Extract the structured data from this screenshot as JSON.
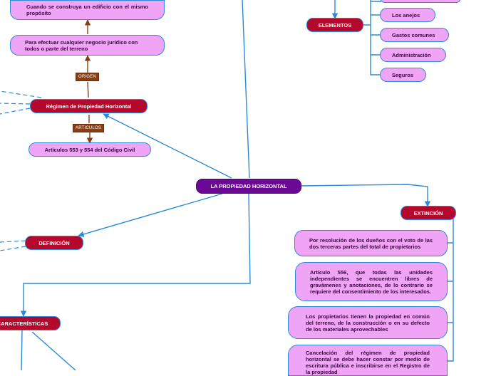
{
  "root": {
    "label": "LA PROPIEDAD HORIZONTAL"
  },
  "regimen": {
    "label": "Régimen de Propiedad Horizontal",
    "origin_tag": "ORIGEN",
    "articles_tag": "ARTICULOS",
    "origin_items": [
      "Cuando  se  construya  un  edificio  con  el mismo propósito",
      "Para efectuar  cualquier negocio jurídico con todos o parte del terreno"
    ],
    "articles_item": "Artículos 553 y 554 del Código Civil"
  },
  "elementos": {
    "label": "ELEMENTOS",
    "items": [
      "Los  anejos",
      "Gastos comunes",
      "Administración",
      "Seguros"
    ]
  },
  "definicion": {
    "label": "DEFINICIÓN"
  },
  "caracteristicas": {
    "label": "CARACTERÍSTICAS"
  },
  "extincion": {
    "label": "EXTINCIÓN",
    "items": [
      "Por resolución de los dueños con el voto de las dos terceras partes del  total   de propietarios",
      "Artículo 556, que todas las unidades independientes se encuentren libres de gravámenes y anotaciones,  de  lo  contrario  se  requiere  del  consentimiento  de  los interesados.",
      "Los  propietarios   tienen la propiedad en común del terreno, de   la   construcción   o   en   su   defecto   de   los   materiales aprovechables",
      "Cancelación  del  régimen  de  propiedad horizontal  se  debe hacer  constar  por  medio  de  escritura  pública  e  inscribirse  en  el  Registro  de  la  propiedad"
    ]
  },
  "colors": {
    "link": "#2c8ad8",
    "main_node": "#6a0a94",
    "category_node": "#b5082d",
    "leaf_node": "#f0a4f5",
    "tag": "#8a3d12"
  }
}
